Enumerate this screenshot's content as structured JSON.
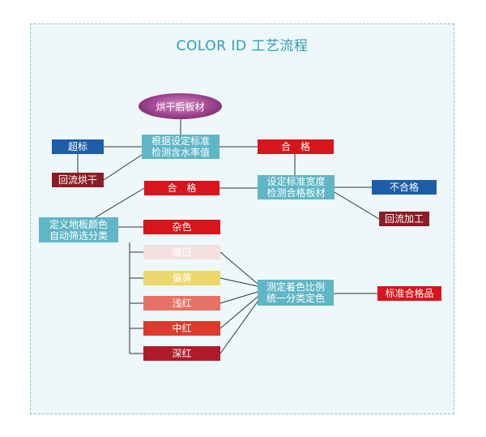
{
  "title": "COLOR ID  工艺流程",
  "nodes": {
    "oven": "烘干后板材",
    "check_moisture": "根据设定标准\n检测含水率值",
    "over_limit": "超标",
    "re_dry": "回流烘干",
    "pass_1": "合格",
    "check_width": "设定标准宽度\n检测合格板材",
    "fail": "不合格",
    "rework": "回流加工",
    "pass_2": "合格",
    "define_color": "定义地板颜色\n自动筛选分类",
    "color_mixed": "杂色",
    "color_whitish": "偏白",
    "color_yellowish": "偏黄",
    "color_light_red": "浅红",
    "color_mid_red": "中红",
    "color_dark_red": "深红",
    "measure_ratio": "测定着色比例\n统一分类定色",
    "standard_product": "标准合格品"
  },
  "colors": {
    "teal": "#5fb6c6",
    "red": "#d8151c",
    "blue": "#1f5ea6",
    "maroon": "#8b1e24",
    "whitish": "#f3e0df",
    "yellowish": "#ecd86a",
    "light_red": "#e47265",
    "mid_red": "#dc3b2e",
    "dark_red": "#b01a2a",
    "purple": "#a94d98"
  }
}
